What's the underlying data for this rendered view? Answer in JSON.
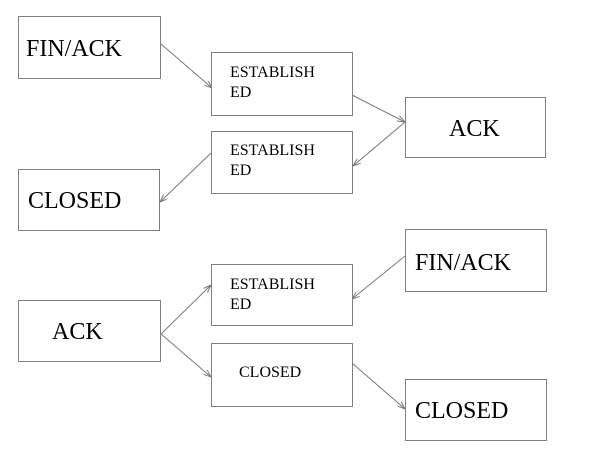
{
  "diagram": {
    "nodes": [
      {
        "id": "fin-ack-1",
        "label": "FIN/ACK"
      },
      {
        "id": "established-1",
        "label": "ESTABLISH\nED"
      },
      {
        "id": "ack-1",
        "label": "ACK"
      },
      {
        "id": "established-2",
        "label": "ESTABLISH\nED"
      },
      {
        "id": "closed-1",
        "label": "CLOSED"
      },
      {
        "id": "fin-ack-2",
        "label": "FIN/ACK"
      },
      {
        "id": "established-3",
        "label": "ESTABLISH\nED"
      },
      {
        "id": "ack-2",
        "label": "ACK"
      },
      {
        "id": "closed-2",
        "label": "CLOSED"
      },
      {
        "id": "closed-3",
        "label": "CLOSED"
      }
    ],
    "edges": [
      {
        "from": "fin-ack-1",
        "to": "established-1"
      },
      {
        "from": "established-1",
        "to": "ack-1"
      },
      {
        "from": "ack-1",
        "to": "established-2"
      },
      {
        "from": "established-2",
        "to": "closed-1"
      },
      {
        "from": "fin-ack-2",
        "to": "established-3"
      },
      {
        "from": "ack-2",
        "to": "established-3"
      },
      {
        "from": "ack-2",
        "to": "closed-2"
      },
      {
        "from": "closed-2",
        "to": "closed-3"
      }
    ],
    "colors": {
      "box_border": "#808080",
      "line": "#7a7a7a",
      "text": "#000000",
      "background": "#ffffff"
    }
  }
}
